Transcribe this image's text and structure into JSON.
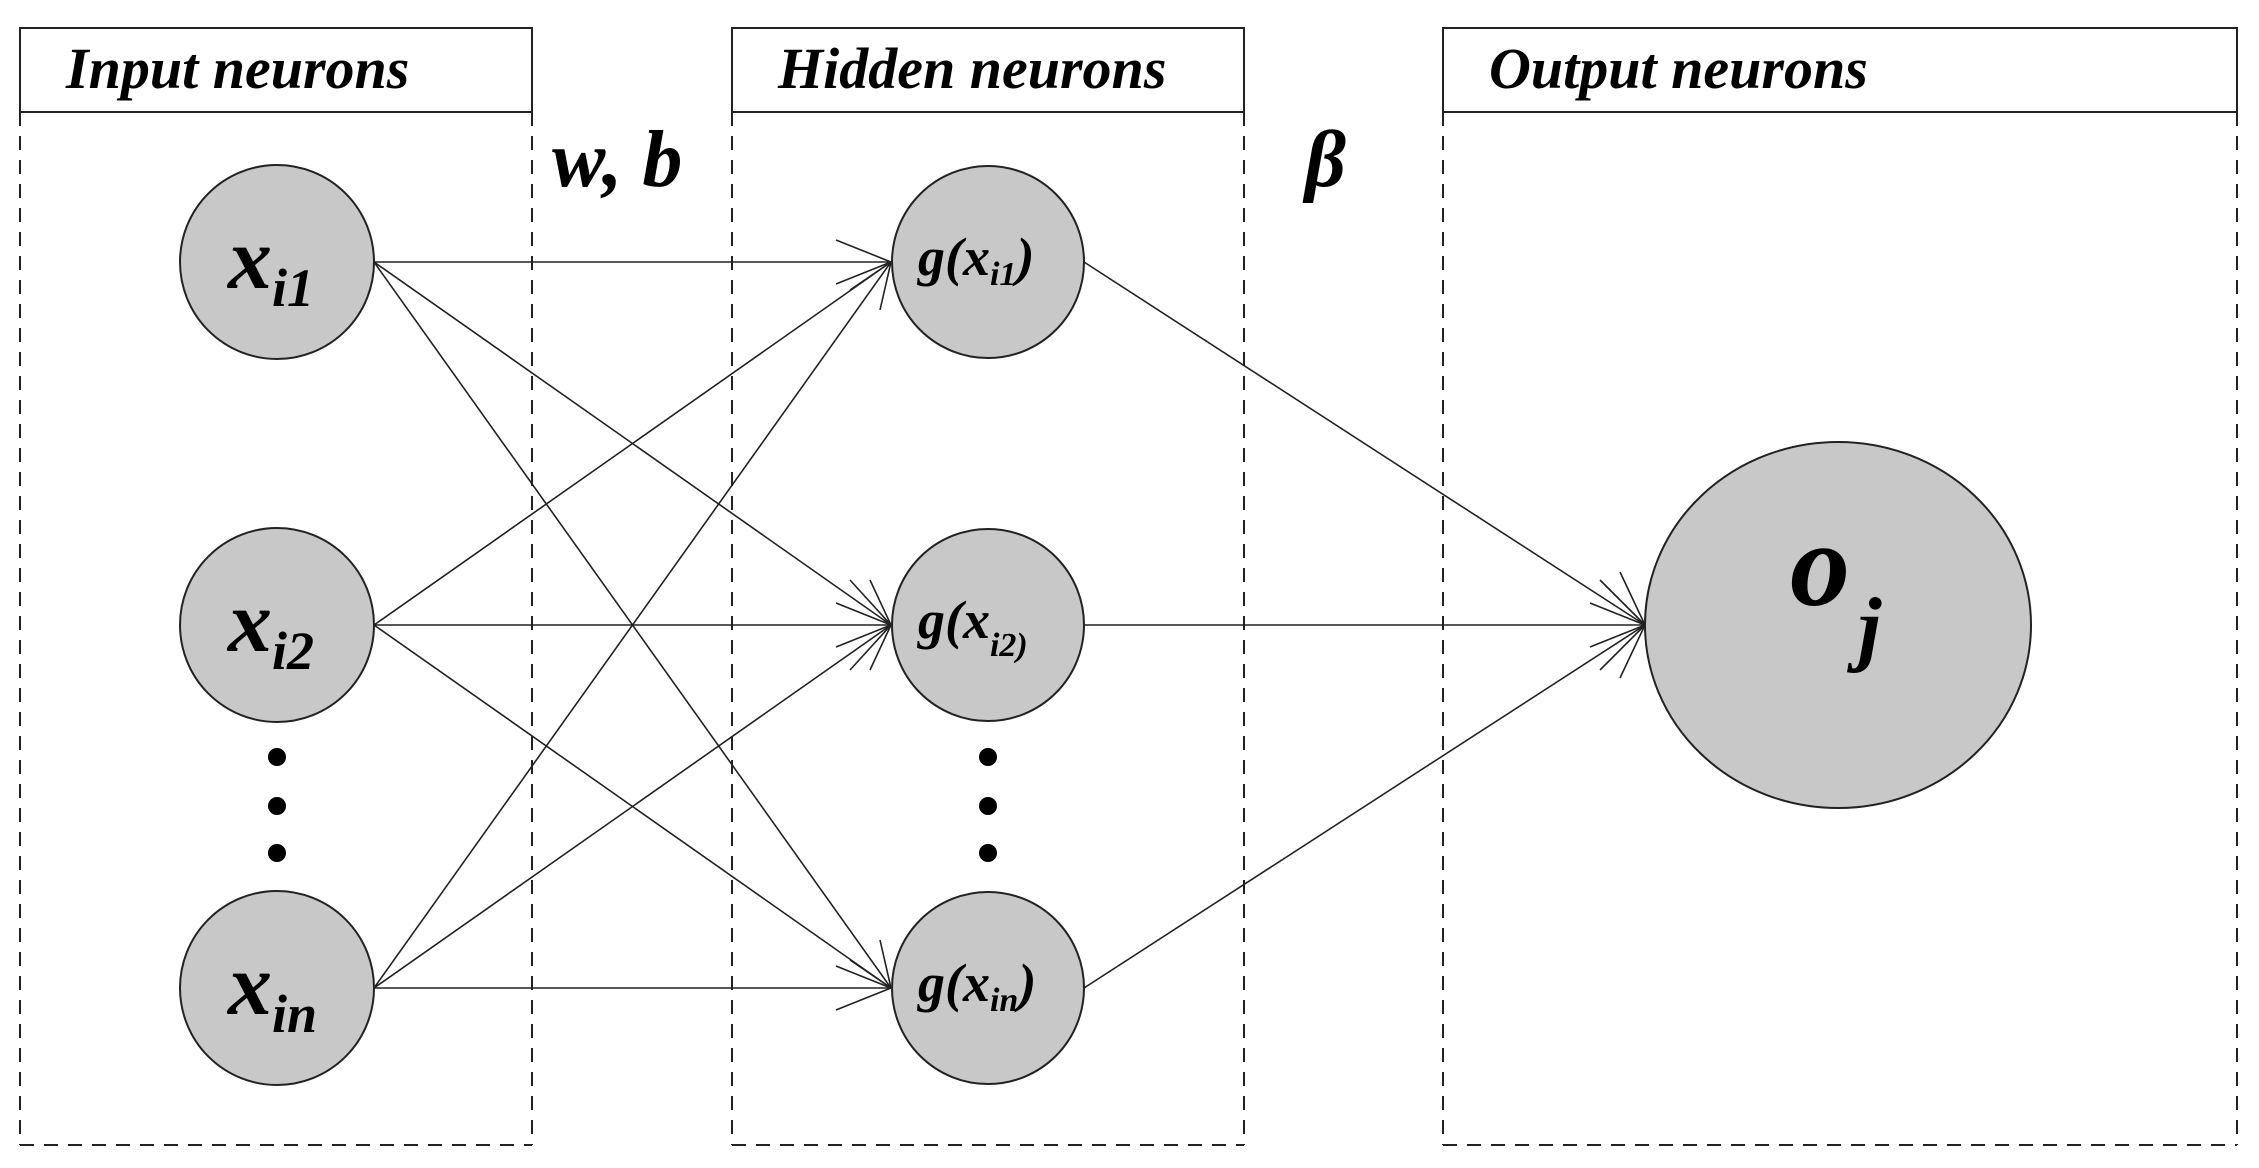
{
  "columns": [
    {
      "label": "Input neurons"
    },
    {
      "label": "Hidden neurons"
    },
    {
      "label": "Output neurons"
    }
  ],
  "parameters": {
    "input_hidden": "w, b",
    "hidden_output": "β"
  },
  "input_nodes": [
    {
      "base": "x",
      "sub": "i1"
    },
    {
      "base": "x",
      "sub": "i2"
    },
    {
      "base": "x",
      "sub": "in"
    }
  ],
  "hidden_nodes": [
    {
      "prefix": "g(x",
      "sub": "i1",
      "suffix": ")"
    },
    {
      "prefix": "g(x",
      "sub": "i2)",
      "suffix": ""
    },
    {
      "prefix": "g(x",
      "sub": "in",
      "suffix": ")"
    }
  ],
  "output_node": {
    "base": "o",
    "sub": "j"
  },
  "colors": {
    "node_fill": "#c8c8c8",
    "stroke": "#222222",
    "background": "#ffffff"
  }
}
